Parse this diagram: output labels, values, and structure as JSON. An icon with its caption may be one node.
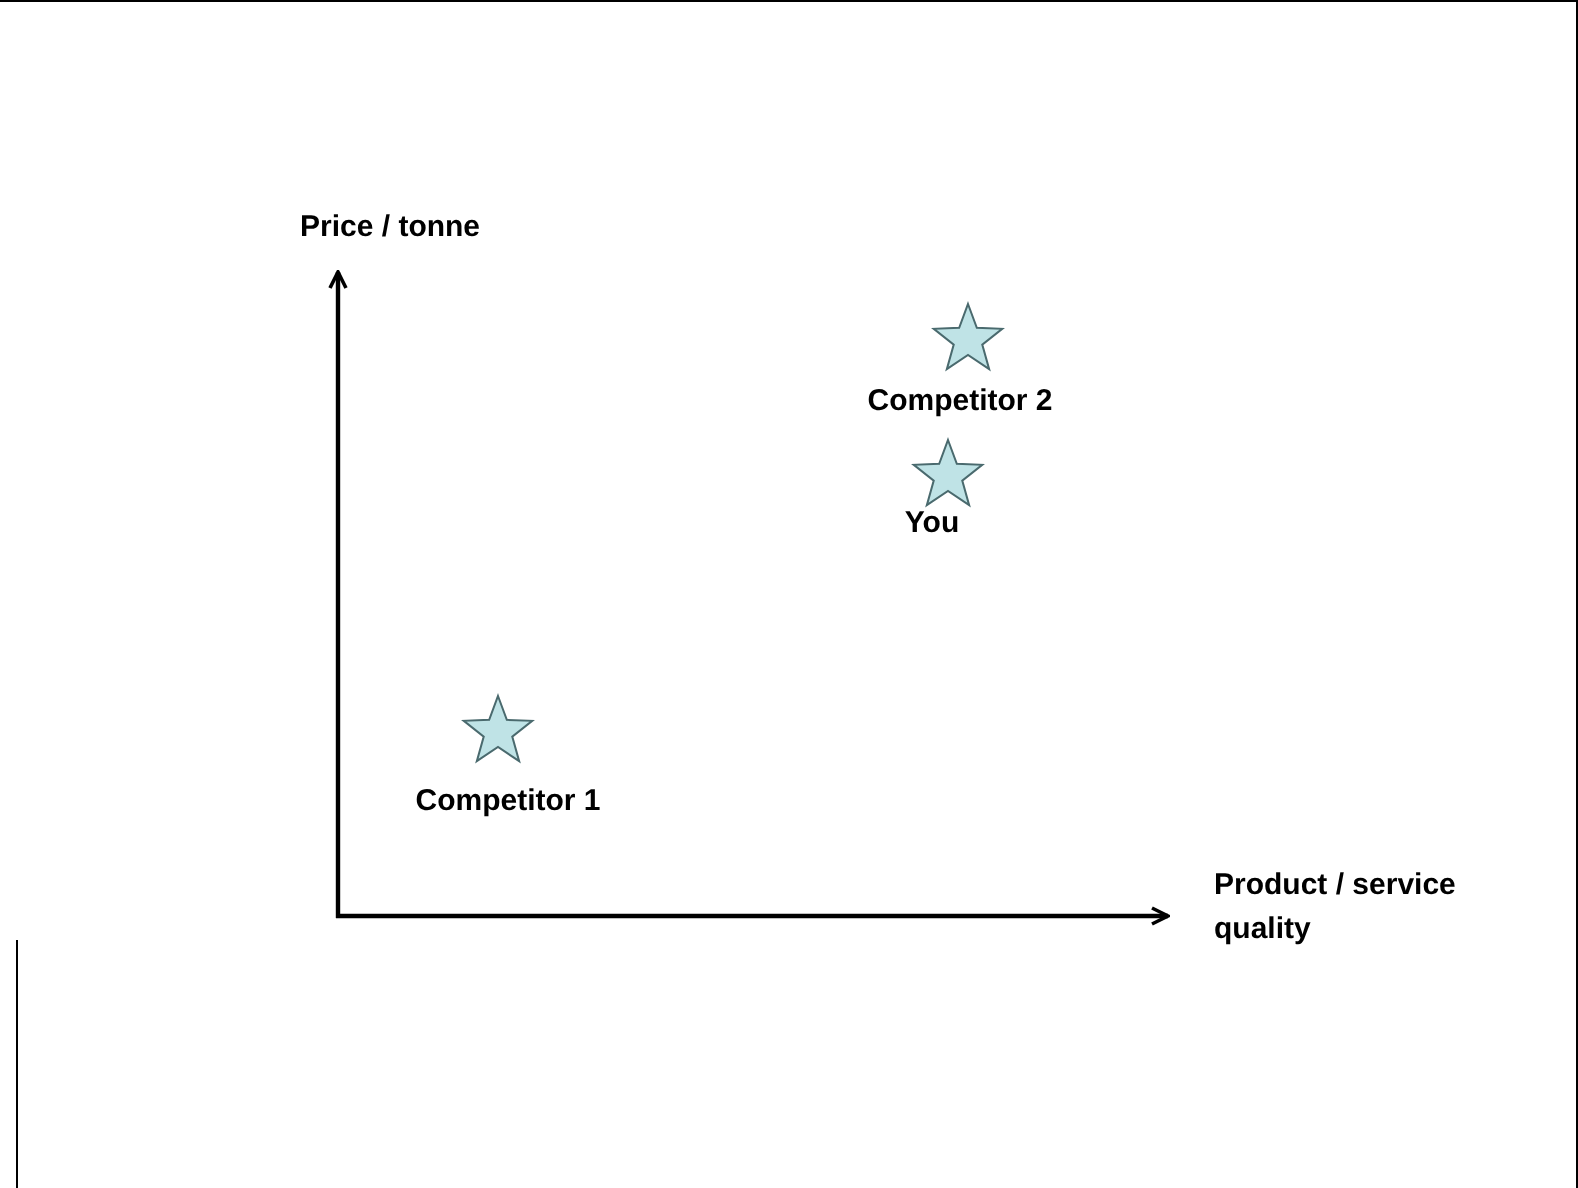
{
  "diagram": {
    "nodes": [
      {
        "text": [],
        "shape": "star",
        "beside": [
          "Competitor 2"
        ]
      },
      {
        "text": [],
        "shape": "star",
        "beside": [
          "You"
        ]
      },
      {
        "text": [],
        "shape": "star",
        "beside": [
          "Competitor 1"
        ]
      }
    ],
    "labels": [
      "Price / tonne",
      "Product / service quality"
    ]
  }
}
